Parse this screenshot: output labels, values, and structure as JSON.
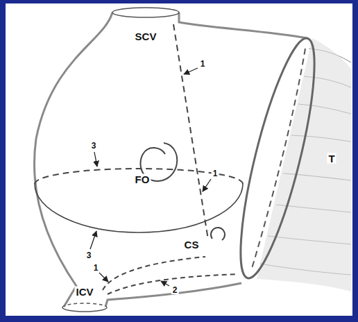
{
  "diagram": {
    "labels": [
      "SCV",
      "1",
      "3",
      "FO",
      "1",
      "T",
      "3",
      "CS",
      "1",
      "2",
      "ICV"
    ]
  }
}
